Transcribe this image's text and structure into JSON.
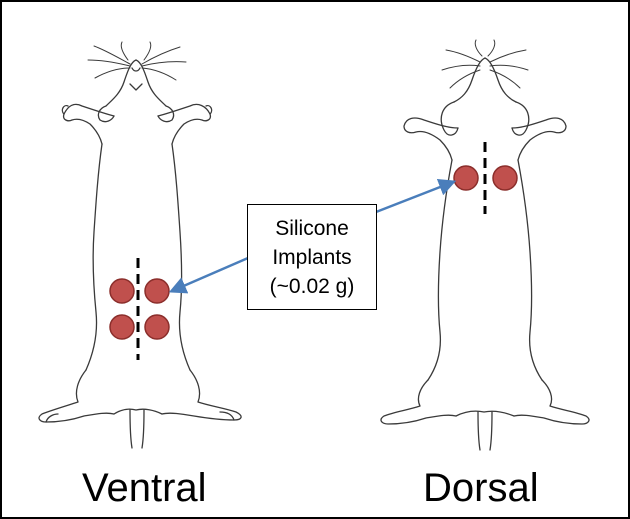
{
  "labels": {
    "left": "Ventral",
    "right": "Dorsal"
  },
  "callout": {
    "line1": "Silicone",
    "line2": "Implants",
    "line3": "(~0.02 g)"
  },
  "colors": {
    "implant_fill": "#c0504d",
    "implant_stroke": "#8b2e2b",
    "arrow": "#4a7ebb",
    "outline": "#3a3a3a",
    "incision": "#000000"
  },
  "figures": {
    "ventral_implant_count": 4,
    "dorsal_implant_count": 2
  }
}
